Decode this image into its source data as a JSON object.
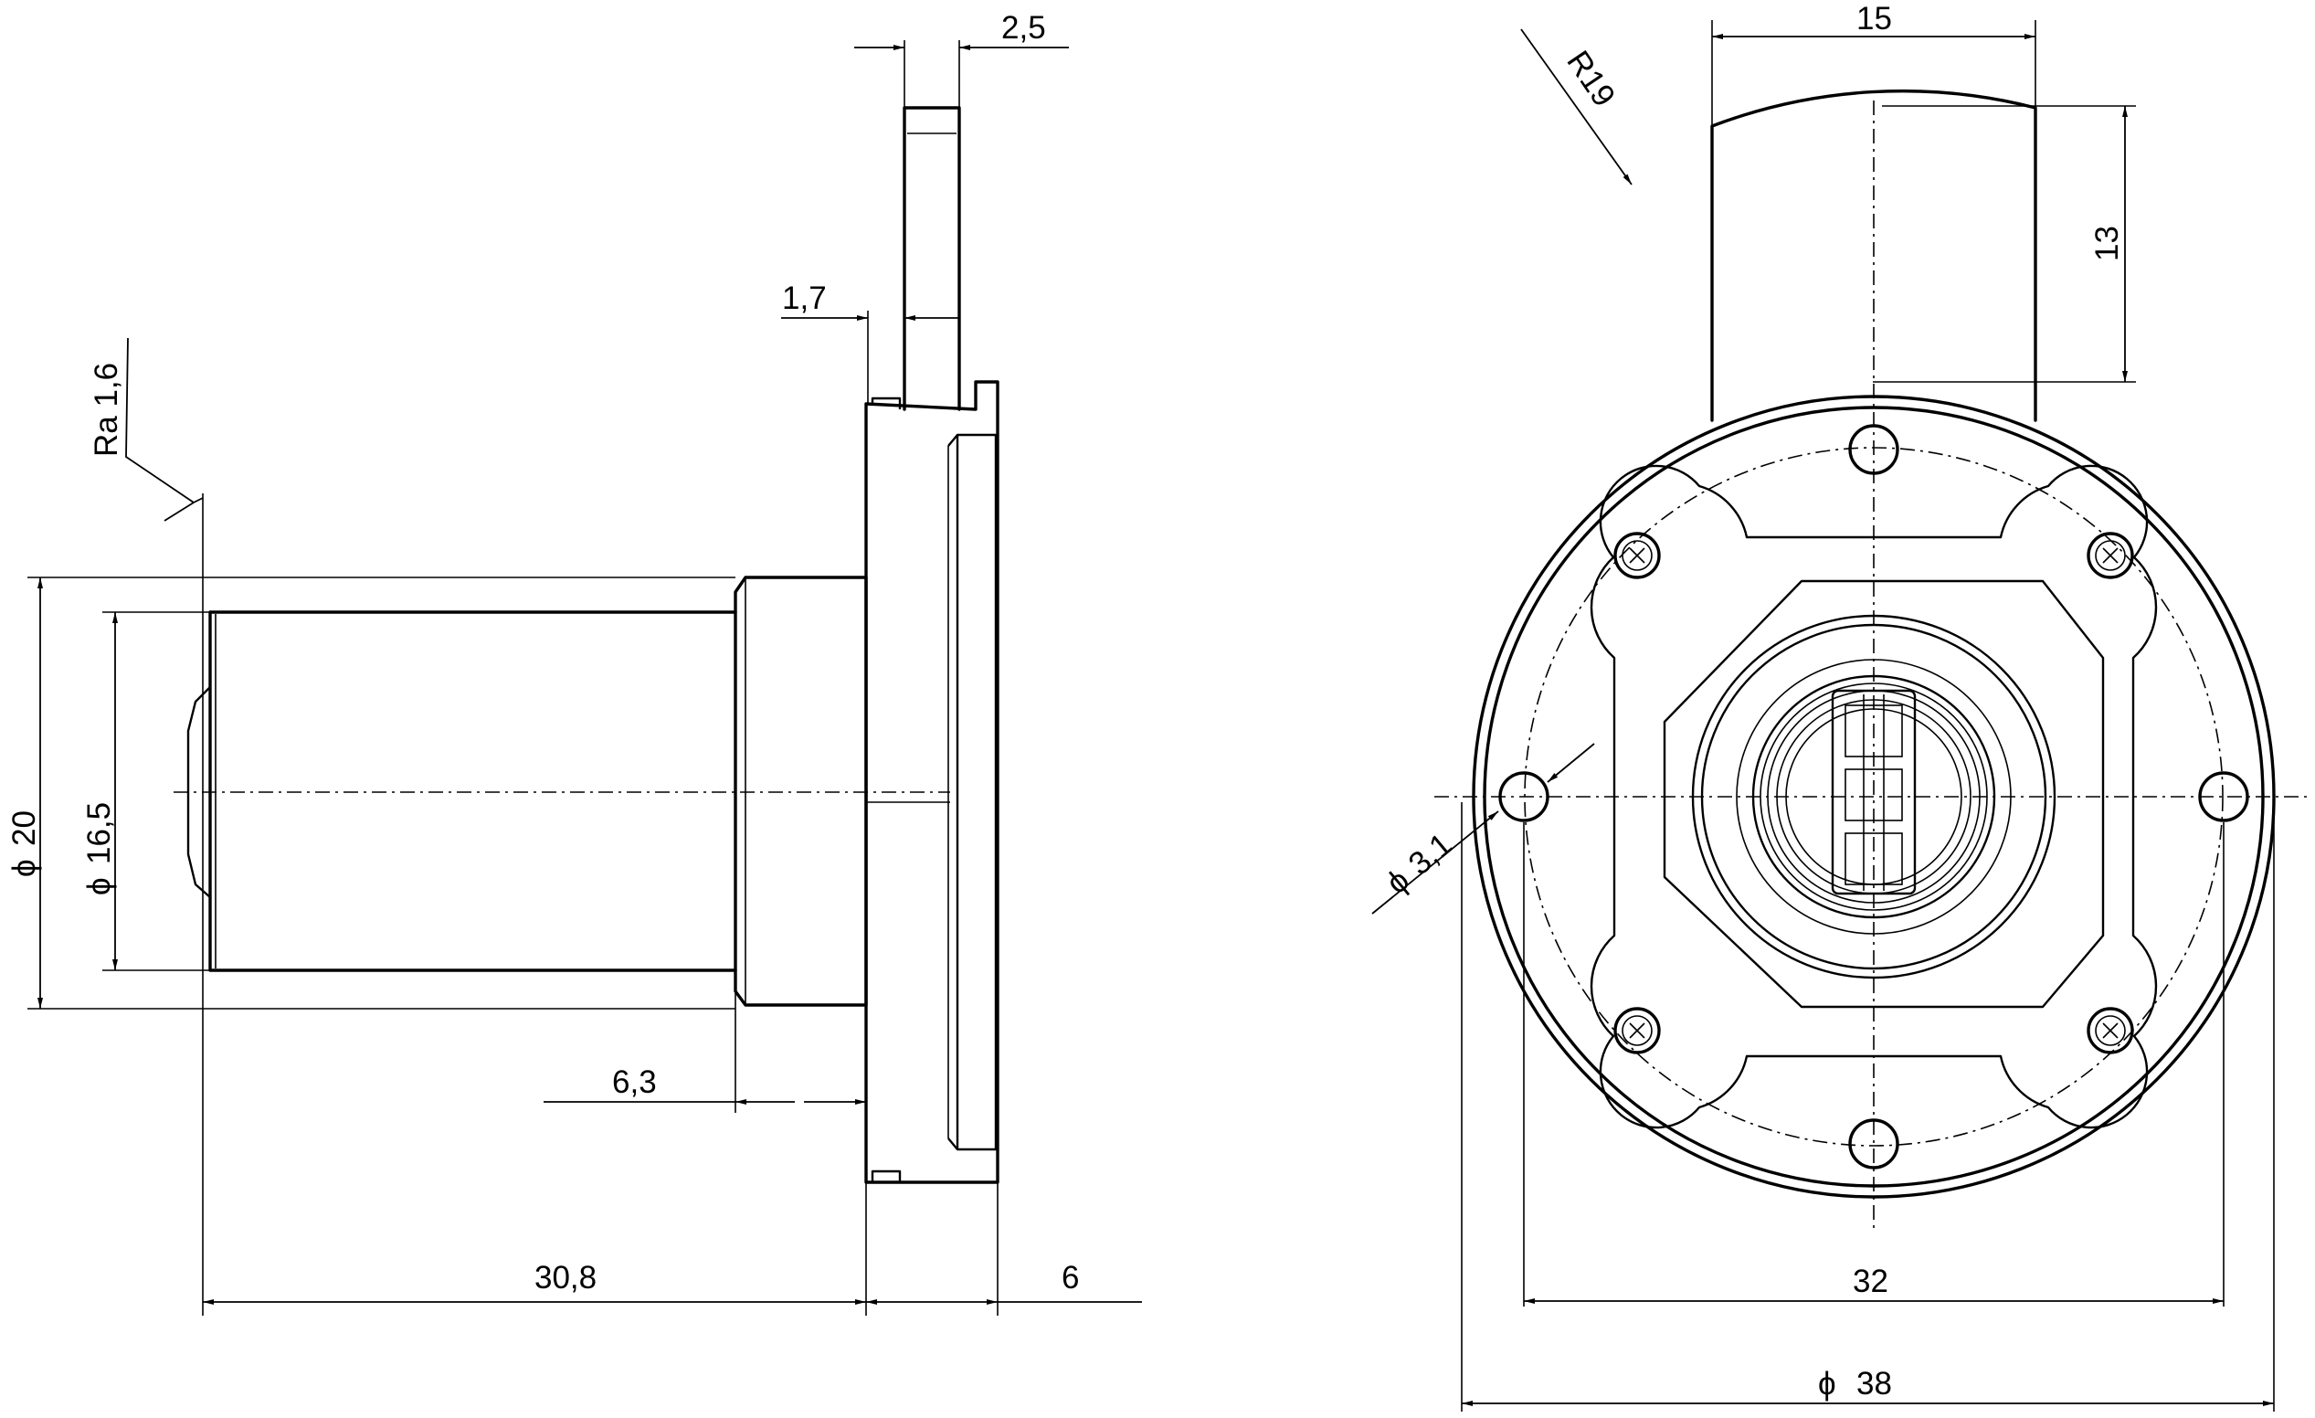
{
  "dimensions": {
    "flange_thickness": "2,5",
    "step": "1,7",
    "roughness": "Ra 1,6",
    "body_diameter": "20",
    "body_inner_diameter": "16,5",
    "shoulder_length": "6,3",
    "body_length": "30,8",
    "flange_depth": "6",
    "bolt_width": "15",
    "bolt_radius": "R19",
    "bolt_height": "13",
    "hole_diameter": "3,1",
    "hole_spacing": "32",
    "outer_diameter": "38"
  },
  "symbols": {
    "diameter": "ϕ"
  },
  "colors": {
    "line": "#000000",
    "background": "#ffffff"
  }
}
